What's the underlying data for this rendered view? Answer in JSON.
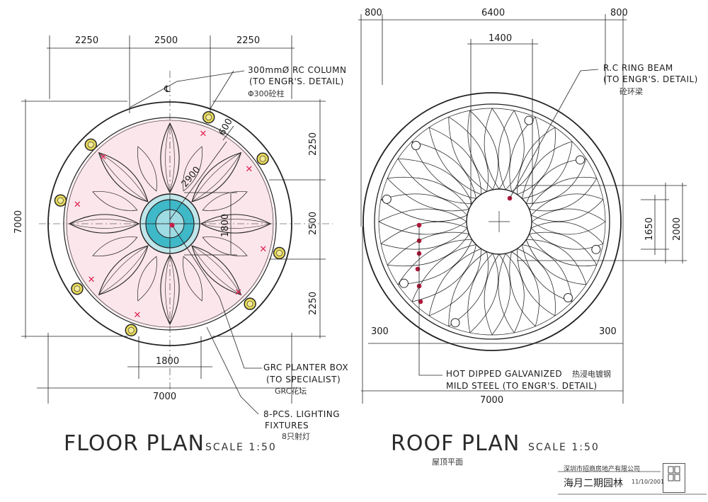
{
  "floor_plan": {
    "title": "FLOOR PLAN",
    "scale": "SCALE  1:50",
    "dims_top": [
      "2250",
      "2500",
      "2250"
    ],
    "dim_left": "7000",
    "dims_right": [
      "2250",
      "2500",
      "2250"
    ],
    "dim_inner_1800_v": "1800",
    "dim_inner_2900": "2900",
    "dim_600": "600",
    "dim_bottom_1800": "1800",
    "dim_bottom_7000": "7000",
    "centerline": "℄",
    "note_column": [
      "300mmØ RC COLUMN",
      "(TO ENGR'S. DETAIL)",
      "Φ300砼柱"
    ],
    "note_planter": [
      "GRC PLANTER BOX",
      "(TO SPECIALIST)",
      "GRC花坛"
    ],
    "note_lighting": [
      "8-PCS. LIGHTING",
      "FIXTURES",
      "8只射灯"
    ]
  },
  "roof_plan": {
    "title": "ROOF PLAN",
    "scale": "SCALE  1:50",
    "subtitle_cn": "屋顶平面",
    "dims_top": [
      "800",
      "6400",
      "800"
    ],
    "dim_1400": "1400",
    "dim_1650": "1650",
    "dim_2000": "2000",
    "dim_300_left": "300",
    "dim_300_right": "300",
    "dim_bottom_7000": "7000",
    "note_ring": [
      "R.C RING BEAM",
      "(TO ENGR'S. DETAIL)",
      "砼环梁"
    ],
    "note_steel": [
      "HOT DIPPED GALVANIZED",
      "MILD STEEL (TO ENGR'S. DETAIL)"
    ],
    "note_steel_cn": "热浸电镀钢"
  },
  "title_block": {
    "company": "深圳市招商房地产有限公司",
    "project": "海月二期园林",
    "date": "11/10/2001"
  },
  "colors": {
    "pink": "#f5c6cf",
    "planter": "#3fb8c8",
    "column": "#e6d85a",
    "marker": "#e02050"
  }
}
